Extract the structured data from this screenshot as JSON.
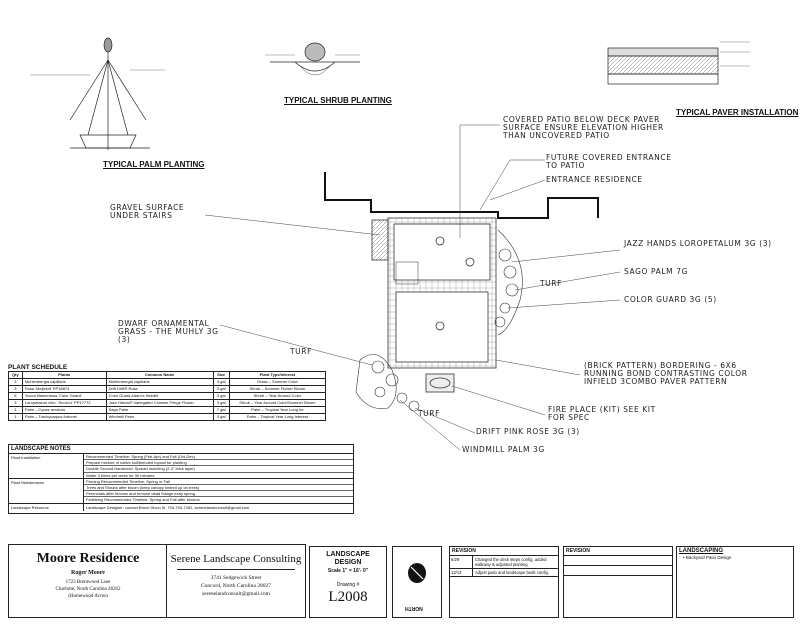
{
  "details": {
    "palm_title": "TYPICAL PALM PLANTING",
    "shrub_title": "TYPICAL SHRUB PLANTING",
    "paver_title": "TYPICAL PAVER INSTALLATION"
  },
  "plan_labels": {
    "covered_patio": "COVERED PATIO BELOW DECK PAVER SURFACE ENSURE ELEVATION HIGHER THAN UNCOVERED PATIO",
    "future_entrance": "FUTURE COVERED ENTRANCE TO PATIO",
    "entrance_residence": "ENTRANCE RESIDENCE",
    "gravel": "GRAVEL SURFACE UNDER STAIRS",
    "jazz_hands": "JAZZ HANDS LOROPETALUM 3G (3)",
    "sago_palm": "SAGO PALM 7G",
    "color_guard": "COLOR GUARD 3G (5)",
    "dwarf_grass": "DWARF ORNAMENTAL GRASS - THE MUHLY 3G (3)",
    "turf1": "TURF",
    "turf2": "TURF",
    "turf3": "TURF",
    "brick_pattern": "(BRICK PATTERN) BORDERING - 6X6 RUNNING BOND CONTRASTING COLOR INFIELD 3COMBO PAVER PATTERN",
    "fire_place": "FIRE PLACE (KIT) SEE KIT FOR SPEC",
    "drift_rose": "DRIFT PINK ROSE 3G (3)",
    "windmill_palm": "WINDMILL PALM 3G"
  },
  "plant_schedule": {
    "title": "PLANT SCHEDULE",
    "headers": [
      "Qty",
      "Plants",
      "Common Name",
      "Size",
      "Plant Type/Interest"
    ],
    "rows": [
      [
        "3",
        "Muhlenbergia capillaris",
        "Muhlenbergia capillaris",
        "3 gal",
        "Grass – Summer Color"
      ],
      [
        "3",
        "Rosa 'Meijekrit' PP18874",
        "Drift Drift® Rose",
        "3 gal",
        "Shrub – Summer Flower Bloom"
      ],
      [
        "5",
        "Yucca filamentosa 'Color Guard'",
        "Color Guard Adam's Needle",
        "3 gal",
        "Shrub – Year Around Color"
      ],
      [
        "3",
        "Loropetalum chin. 'Snolor1' PP17772",
        "Jazz Hands® Variegated Chinese Fringe Flower",
        "3 gal",
        "Shrub – Year Around Color/Summer Bloom"
      ],
      [
        "1",
        "Palm – Cycas revoluta",
        "Sago Palm",
        "7 gal",
        "Palm – Tropical Year Long Int"
      ],
      [
        "1",
        "Palm – Trachycarpus fortunei",
        "Windmill Palm",
        "3 gal",
        "Palm – Tropical Year Long Interest"
      ]
    ]
  },
  "landscape_notes": {
    "title": "LANDSCAPE NOTES",
    "sections": [
      {
        "label": "Plant Installation",
        "lines": [
          "Recommended Timeline: Spring (Feb-Apr) and Fall (Oct-Dec)",
          "Prepare mixture of native soil/blended topsoil for planting",
          "Double Ground Hardwood: Spread mulching (2-3\" thick layer)",
          "Water 3 times per week for 30 minutes"
        ]
      },
      {
        "label": "Plant Maintenance",
        "lines": [
          "Pruning Recommended Timeline: Spring or Fall",
          "Trees and Shrubs after bloom (keep canopy limbed up on trees)",
          "Perennials after blooms and remove dead foliage early spring",
          "Fertilizing Recommended Timeline: Spring and Fall after blooms"
        ]
      },
      {
        "label": "Landscape Resource",
        "lines": [
          "Landscape Designer: contact Bruce Dixon III, 704-794-7282, serenelandconsult@gmail.com"
        ]
      }
    ]
  },
  "title_block": {
    "project": "Moore Residence",
    "owner": "Roger Moore",
    "address1": "1723 Brentwood Lane",
    "address2": "Charlotte, North Carolina 28262",
    "area": "(Homewood Acres)",
    "firm": "Serene Landscape Consulting",
    "firm_addr1": "3741 Sedgewick Street",
    "firm_addr2": "Concord, North Carolina 28027",
    "firm_email": "serenelandconsult@gmail.com",
    "sheet_type": "LANDSCAPE DESIGN",
    "scale": "Scale 1\" = 16'- 0\"",
    "drawing_no": "Drawing #",
    "drawing_code": "L2008",
    "north": "NORTH",
    "revision_title": "REVISION",
    "revisions": [
      {
        "date": "6/29",
        "desc": "Changed the deck steps config, added walkway & adjusted planting"
      },
      {
        "date": "12/13",
        "desc": "Adjust patio and landscape beds config."
      }
    ],
    "revision2_title": "REVISION",
    "landscaping_title": "LANDSCAPING",
    "landscaping_item": "• Backyard Patio Design"
  }
}
